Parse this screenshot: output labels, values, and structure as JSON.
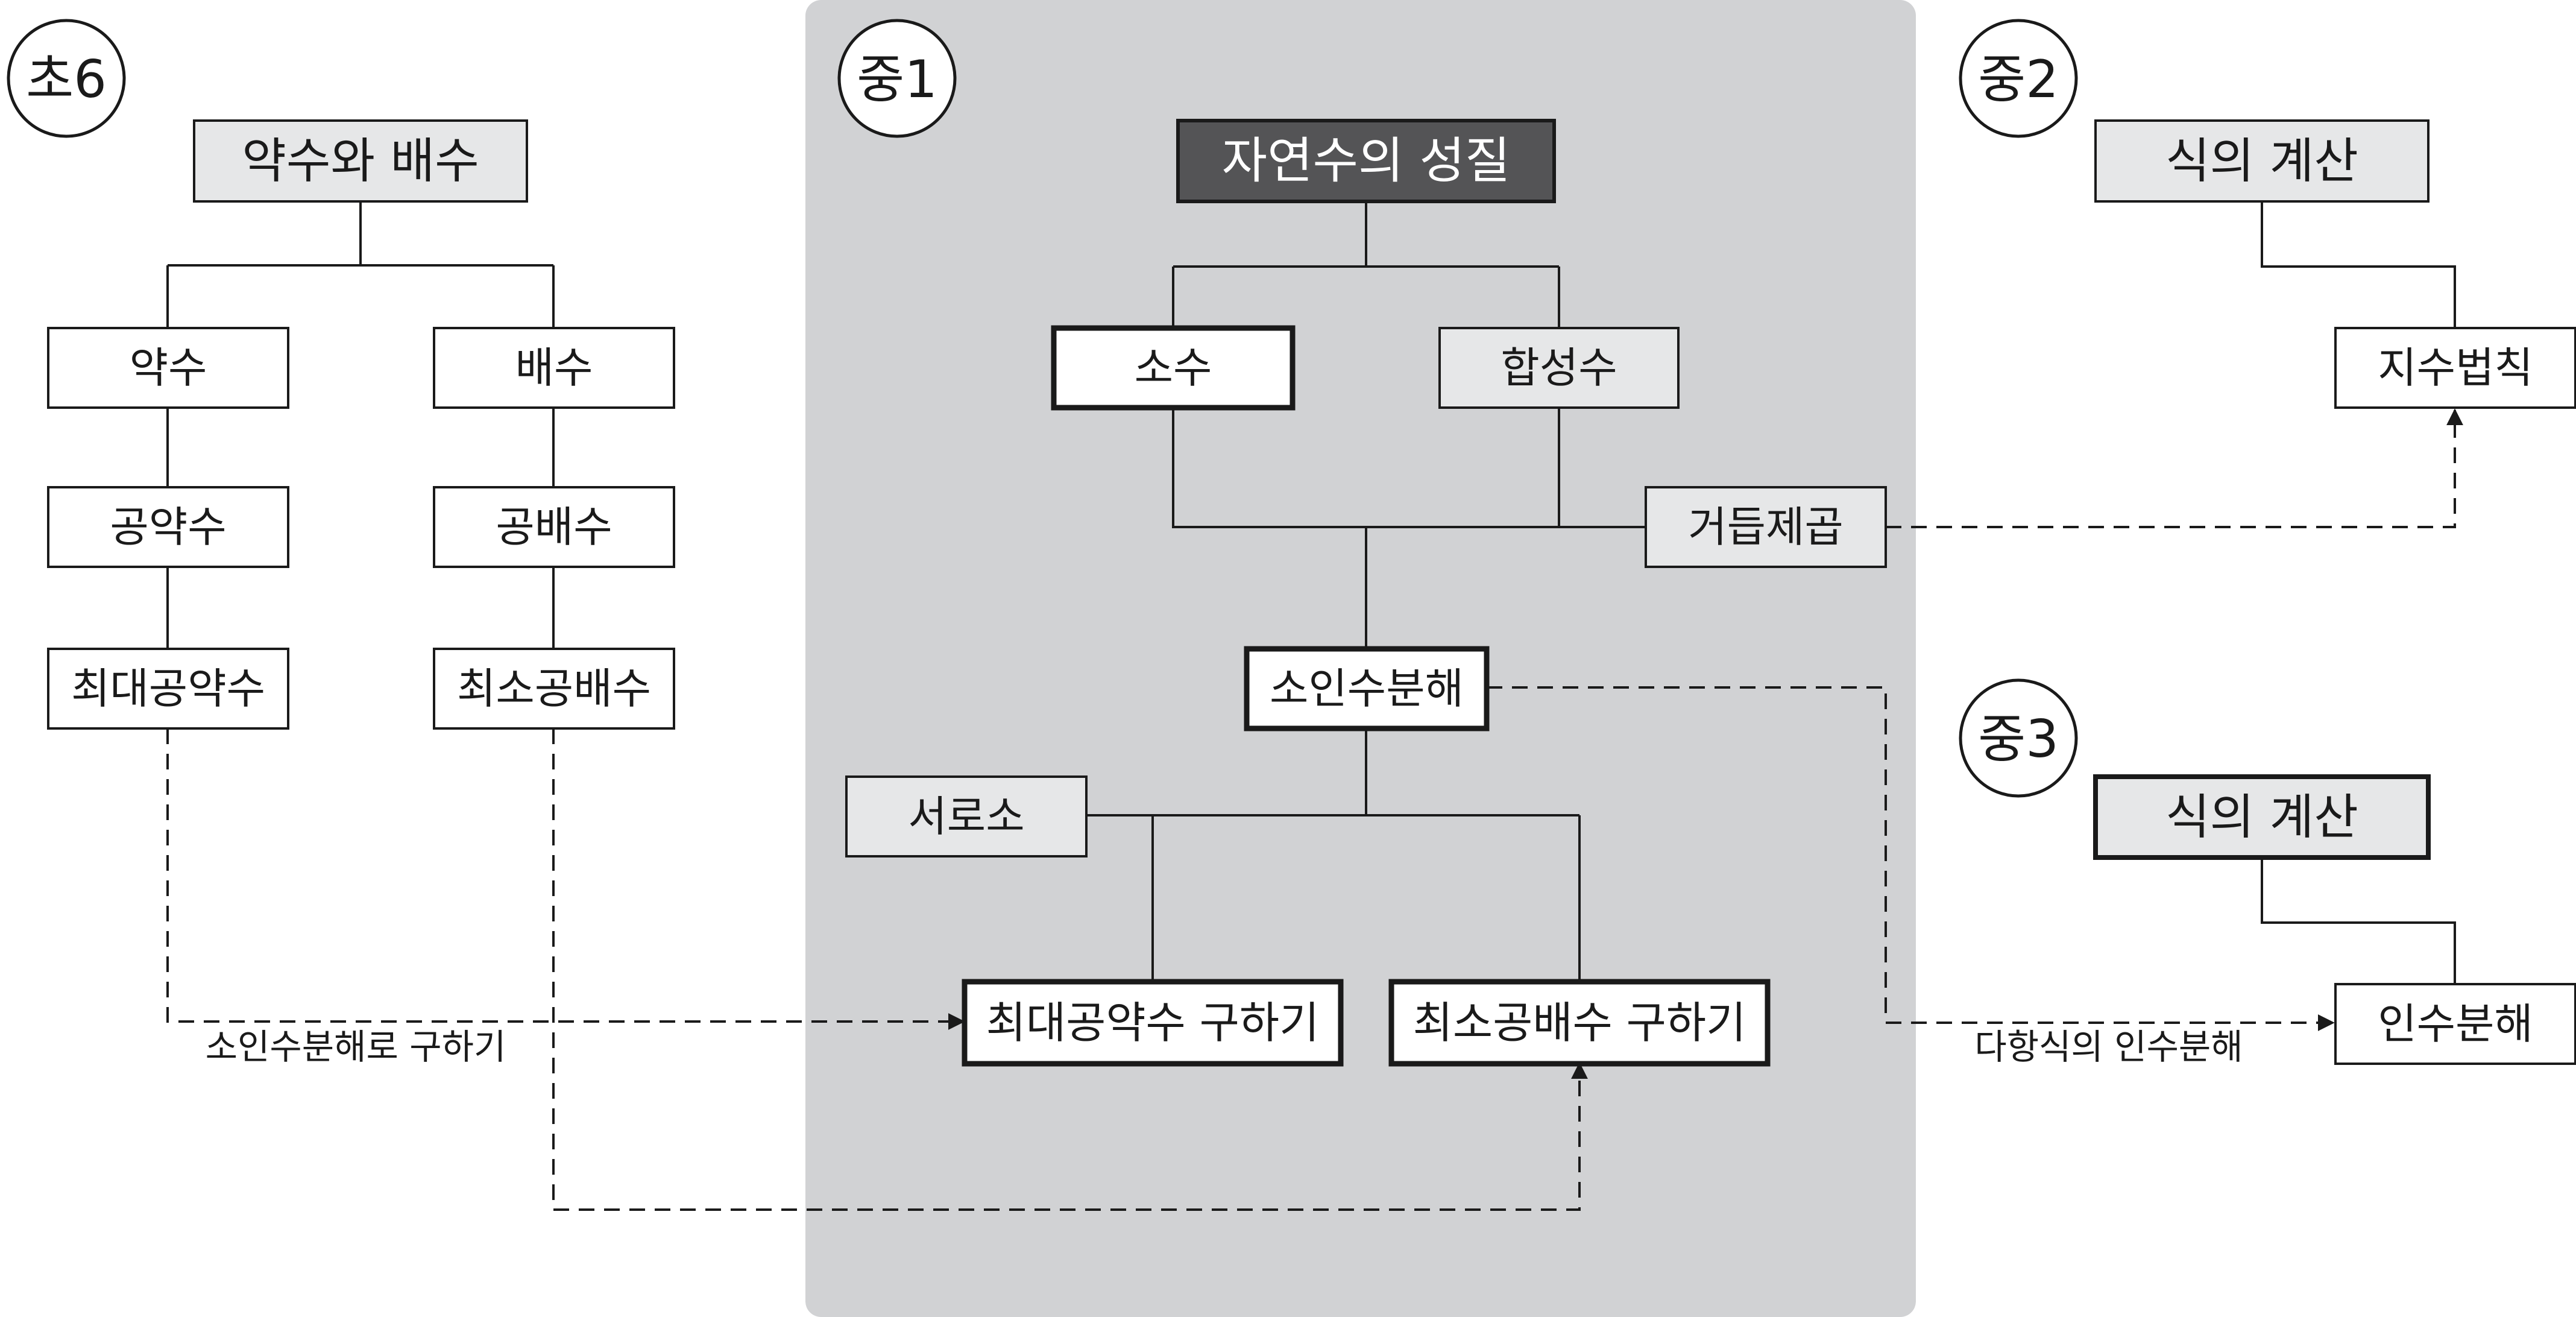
{
  "grades": {
    "elem6": "초6",
    "mid1": "중1",
    "mid2": "중2",
    "mid3": "중3"
  },
  "elem6": {
    "root": "약수와 배수",
    "divisor": "약수",
    "multiple": "배수",
    "common_divisor": "공약수",
    "common_multiple": "공배수",
    "gcd": "최대공약수",
    "lcm": "최소공배수"
  },
  "mid1": {
    "root": "자연수의 성질",
    "prime": "소수",
    "composite": "합성수",
    "power": "거듭제곱",
    "factorization": "소인수분해",
    "coprime": "서로소",
    "gcd_find": "최대공약수 구하기",
    "lcm_find": "최소공배수 구하기"
  },
  "mid2": {
    "root": "식의 계산",
    "exponent_law": "지수법칙"
  },
  "mid3": {
    "root": "식의 계산",
    "factoring": "인수분해"
  },
  "labels": {
    "by_factorization": "소인수분해로 구하기",
    "poly_factoring": "다항식의 인수분해"
  },
  "colors": {
    "panel": "#d1d2d4",
    "grey_box": "#e6e7e8",
    "dark_box": "#545456"
  }
}
